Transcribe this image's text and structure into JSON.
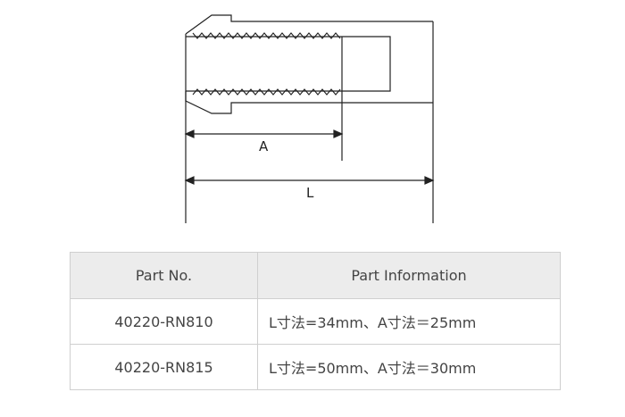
{
  "drawing": {
    "dim_a_label": "A",
    "dim_l_label": "L"
  },
  "table": {
    "headers": [
      "Part No.",
      "Part Information"
    ],
    "rows": [
      {
        "part_no": "40220-RN810",
        "info": "L寸法=34mm、A寸法＝25mm"
      },
      {
        "part_no": "40220-RN815",
        "info": "L寸法=50mm、A寸法＝30mm"
      }
    ]
  }
}
